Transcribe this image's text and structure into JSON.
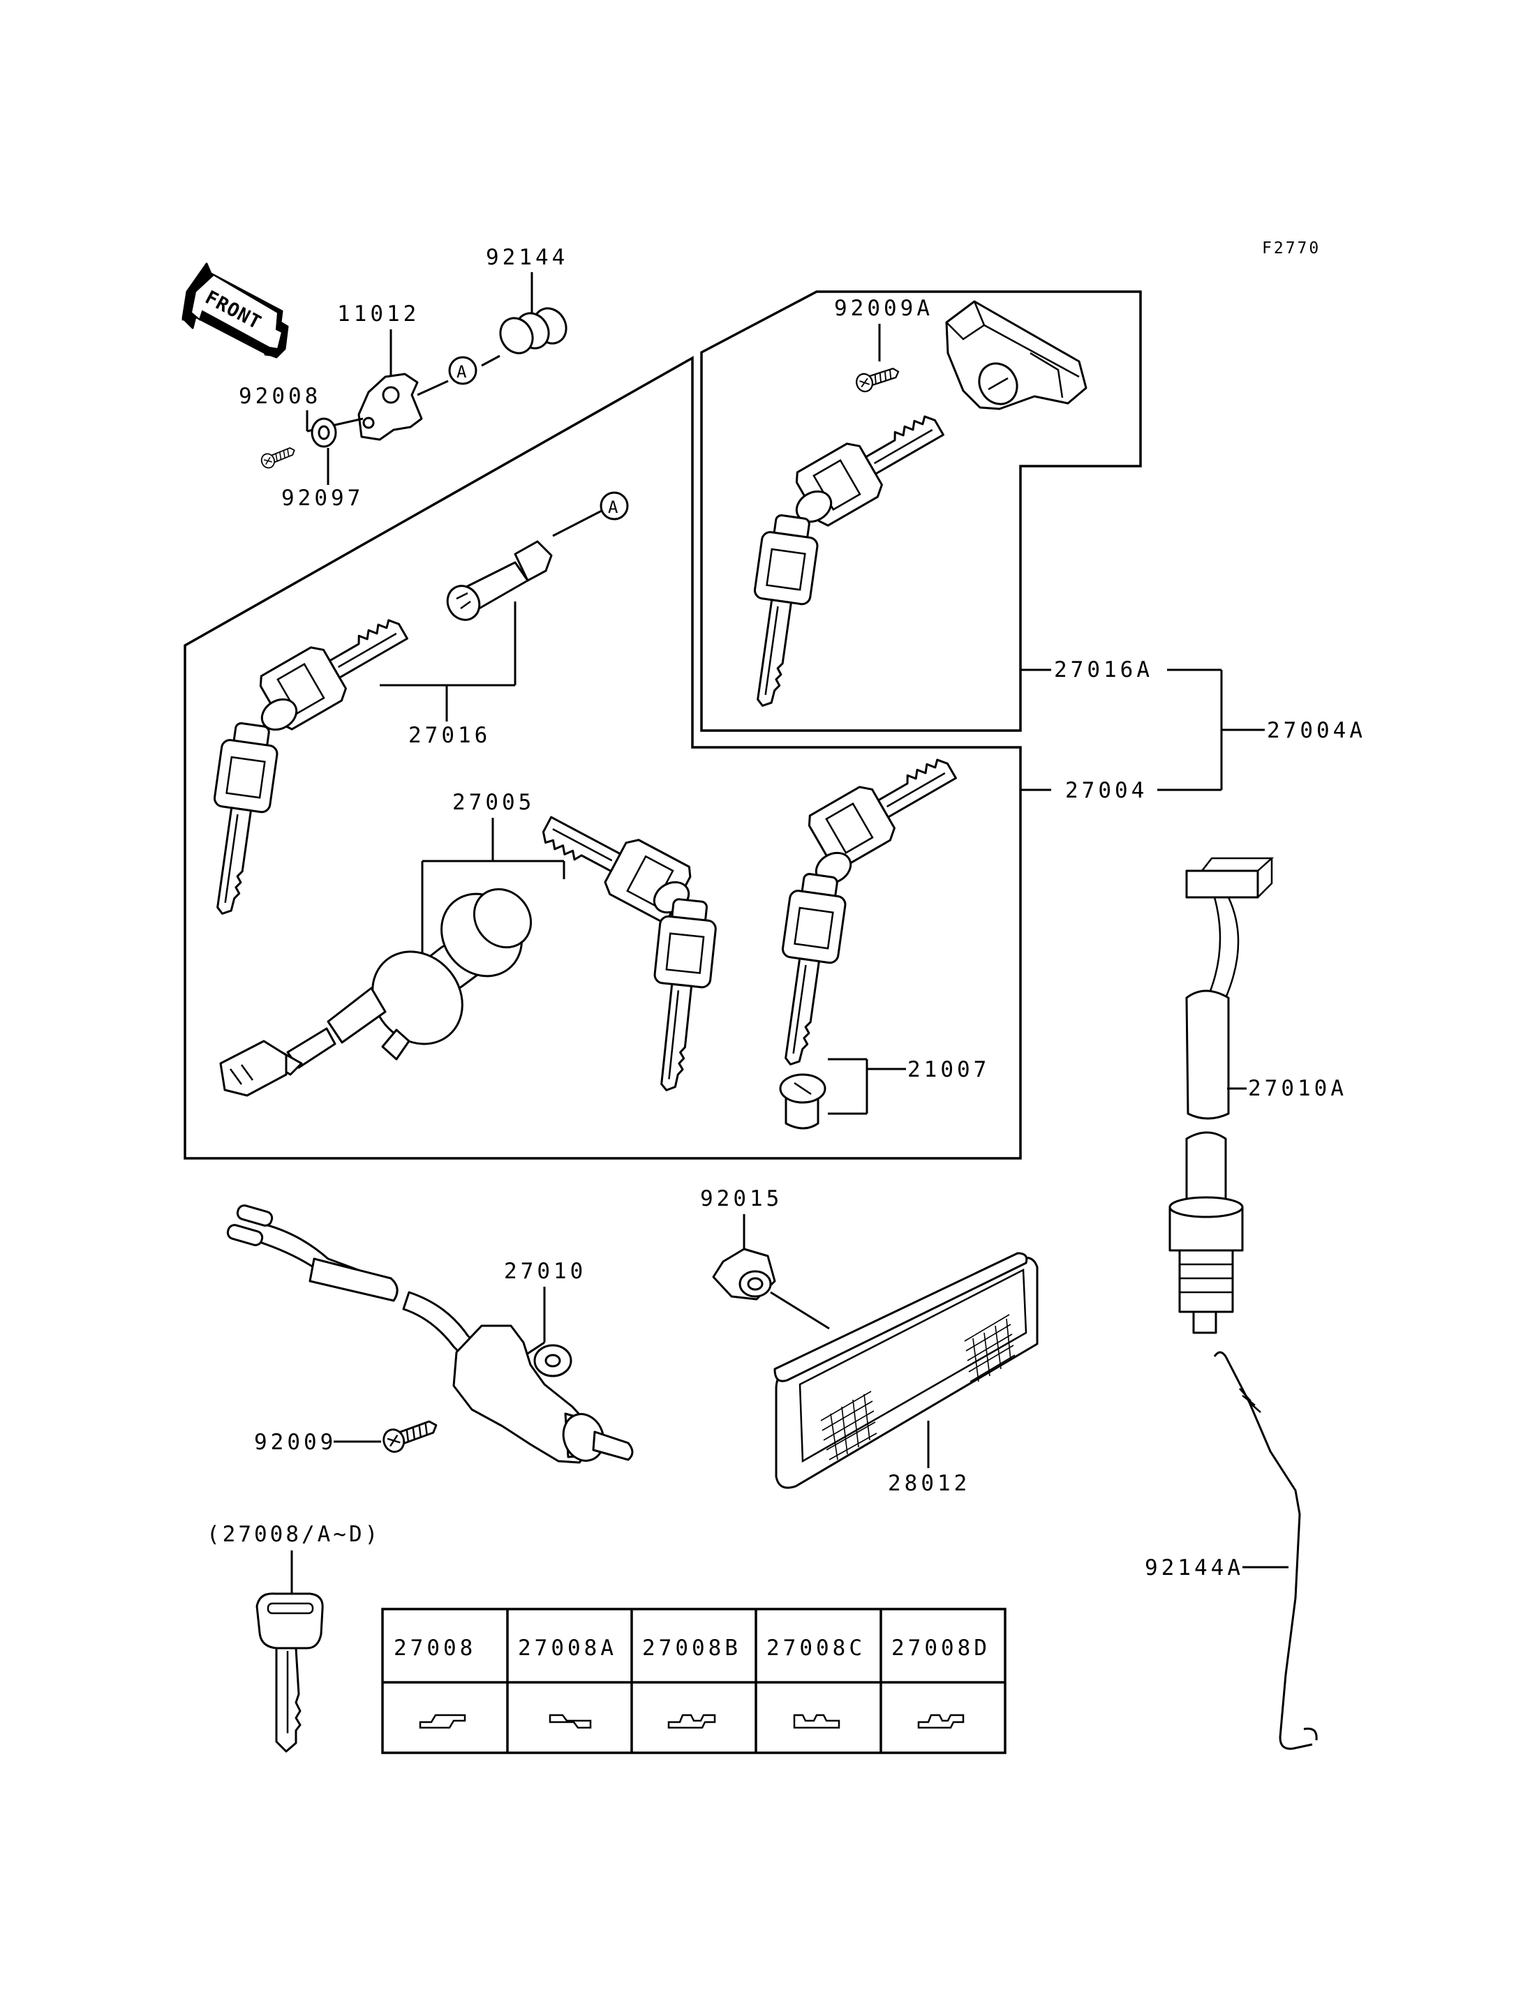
{
  "figure_code": "F2770",
  "front_label": "FRONT",
  "callout_ref": "A",
  "labels": {
    "p92144": "92144",
    "p11012": "11012",
    "p92008": "92008",
    "p92097": "92097",
    "p92009A": "92009A",
    "p27016": "27016",
    "p27016A": "27016A",
    "p27004A": "27004A",
    "p27004": "27004",
    "p27005": "27005",
    "p21007": "21007",
    "p27010A": "27010A",
    "p92015": "92015",
    "p27010": "27010",
    "p92009": "92009",
    "p28012": "28012",
    "p92144A": "92144A",
    "key_group": "(27008/A~D)"
  },
  "key_table": {
    "headers": [
      "27008",
      "27008A",
      "27008B",
      "27008C",
      "27008D"
    ]
  },
  "icons": [
    "front-arrow-icon",
    "key-icon",
    "ignition-switch-icon",
    "reflector-icon",
    "sensor-switch-icon",
    "spring-icon",
    "screw-icon"
  ]
}
